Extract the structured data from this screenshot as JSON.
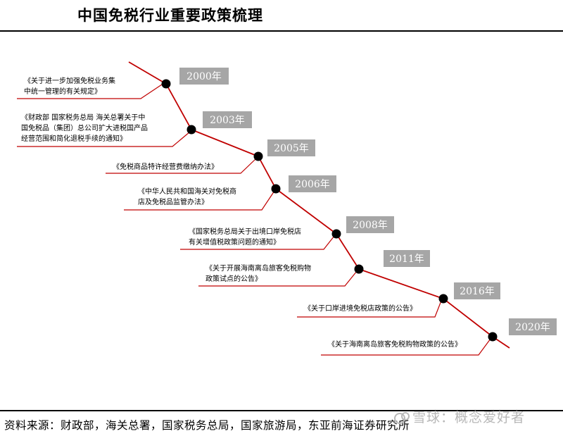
{
  "title": "中国免税行业重要政策梳理",
  "source": "资料来源：财政部，海关总署，国家税务总局，国家旅游局，东亚前海证券研究所",
  "watermark": "雪球：概念爱好者",
  "colors": {
    "line": "#c00000",
    "dot": "#000000",
    "year_box": "#a6a6a6",
    "leader": "#c00000"
  },
  "timeline": [
    {
      "year": "2000年",
      "policy_lines": [
        "《关于进一步加强免税业务集",
        "中统一管理的有关规定》"
      ]
    },
    {
      "year": "2003年",
      "policy_lines": [
        "《财政部 国家税务总局 海关总署关于中",
        "国免税品（集团）总公司扩大进税国产品",
        "经营范围和简化退税手续的通知》"
      ]
    },
    {
      "year": "2005年",
      "policy_lines": [
        "《免税商品特许经营费缴纳办法》"
      ]
    },
    {
      "year": "2006年",
      "policy_lines": [
        "《中华人民共和国海关对免税商",
        "店及免税品监管办法》"
      ]
    },
    {
      "year": "2008年",
      "policy_lines": [
        "《国家税务总局关于出境口岸免税店",
        "有关增值税政策问题的通知》"
      ]
    },
    {
      "year": "2011年",
      "policy_lines": [
        "《关于开展海南离岛旅客免税购物",
        "政策试点的公告》"
      ]
    },
    {
      "year": "2016年",
      "policy_lines": [
        "《关于口岸进境免税店政策的公告》"
      ]
    },
    {
      "year": "2020年",
      "policy_lines": [
        "《关于海南离岛旅客免税购物政策的公告》"
      ]
    }
  ]
}
